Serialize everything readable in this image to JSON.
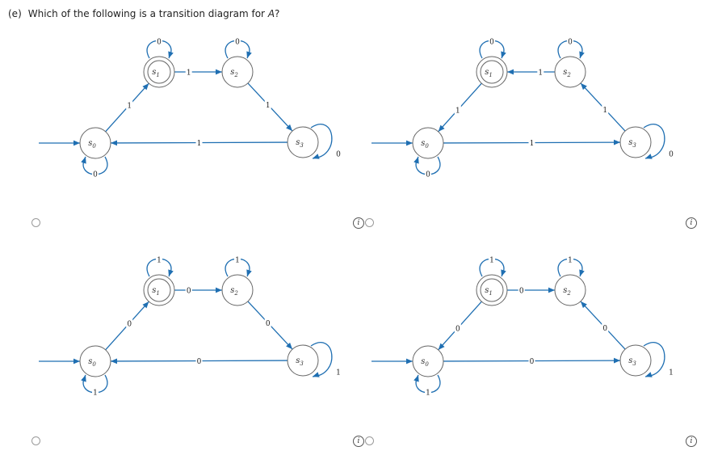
{
  "question": {
    "label": "(e)",
    "text_before": "Which of the following is a transition diagram for ",
    "variable": "A",
    "text_after": "?"
  },
  "colors": {
    "edge": "#1f6fb2",
    "node_stroke": "#666666",
    "node_fill": "#ffffff"
  },
  "info_icon_glyph": "i",
  "states": {
    "s0": "s0",
    "s1": "s1",
    "s2": "s2",
    "s3": "s3",
    "sub": [
      "0",
      "1",
      "2",
      "3"
    ]
  },
  "options": [
    {
      "id": "a",
      "labels": {
        "s1_loop": "0",
        "s1_s2": "1",
        "s2_loop": "0",
        "s2_s3": "1",
        "s3_loop": "0",
        "s3_s0": "1",
        "s0_s1": "1",
        "s0_loop": "0"
      },
      "directions": {
        "s1s2": "s1->s2",
        "s2s3": "s2->s3",
        "s0s3": "s3->s0",
        "s0s1": "s0->s1"
      }
    },
    {
      "id": "b",
      "labels": {
        "s1_loop": "0",
        "s1_s2": "1",
        "s2_loop": "0",
        "s2_s3": "1",
        "s3_loop": "0",
        "s3_s0": "1",
        "s0_s1": "1",
        "s0_loop": "0"
      },
      "directions": {
        "s1s2": "s2->s1",
        "s2s3": "s3->s2",
        "s0s3": "s0->s3",
        "s0s1": "s1->s0"
      }
    },
    {
      "id": "c",
      "labels": {
        "s1_loop": "1",
        "s1_s2": "0",
        "s2_loop": "1",
        "s2_s3": "0",
        "s3_loop": "1",
        "s3_s0": "0",
        "s0_s1": "0",
        "s0_loop": "1"
      },
      "directions": {
        "s1s2": "s1->s2",
        "s2s3": "s2->s3",
        "s0s3": "s3->s0",
        "s0s1": "s0->s1"
      }
    },
    {
      "id": "d",
      "labels": {
        "s1_loop": "1",
        "s1_s2": "0",
        "s2_loop": "1",
        "s2_s3": "0",
        "s3_loop": "1",
        "s3_s0": "0",
        "s0_s1": "0",
        "s0_loop": "1"
      },
      "directions": {
        "s1s2": "s1->s2",
        "s2s3": "s3->s2",
        "s0s3": "s0->s3",
        "s0s1": "s1->s0"
      }
    }
  ]
}
